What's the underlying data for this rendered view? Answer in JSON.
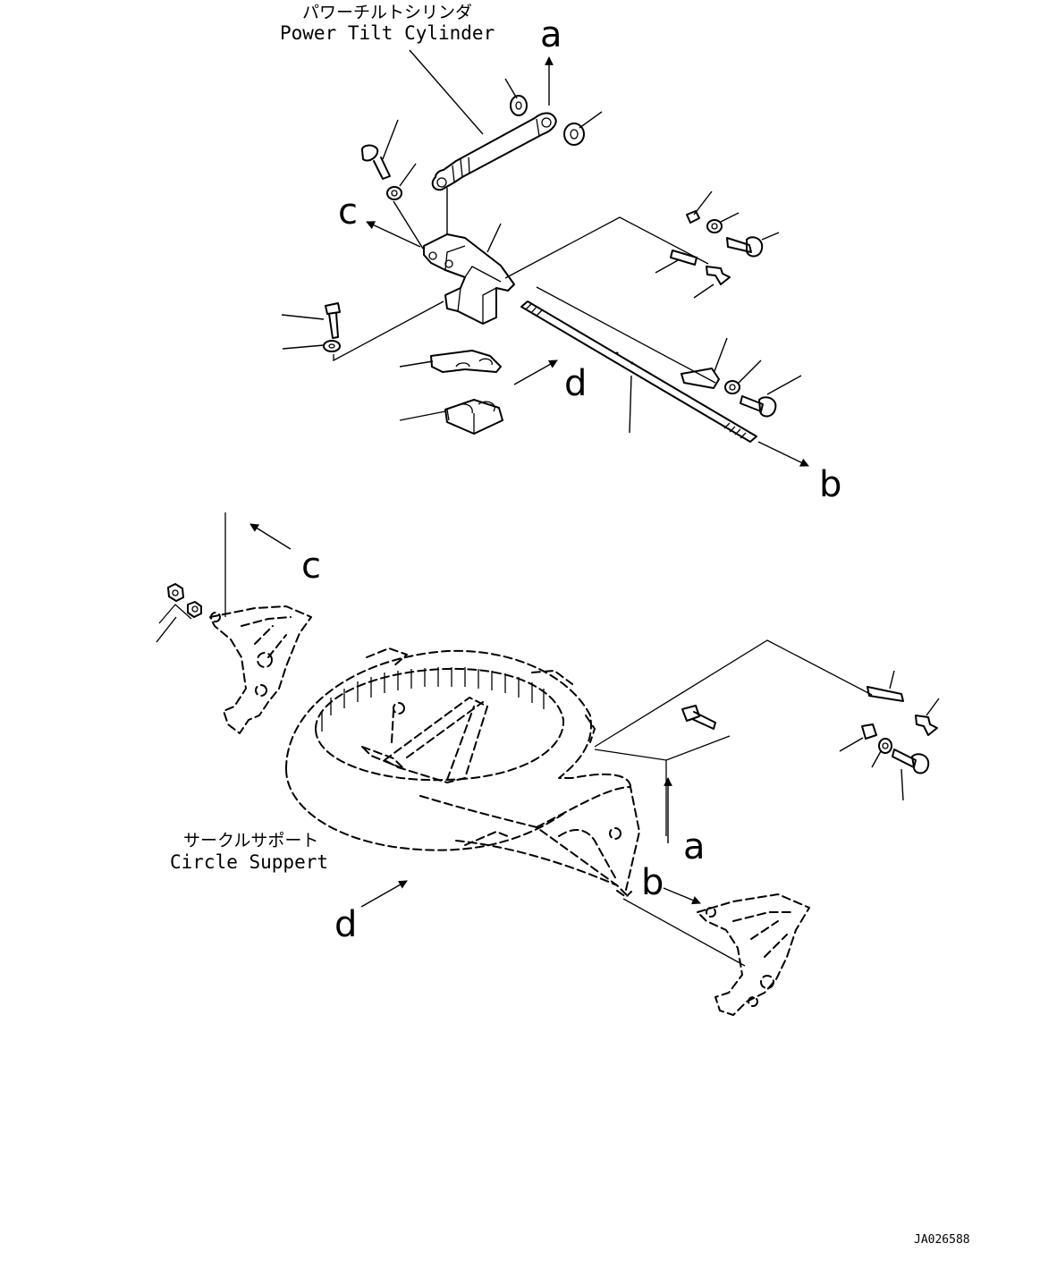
{
  "labels": {
    "cylinder_jp": "パワーチルトシリンダ",
    "cylinder_en": "Power Tilt Cylinder",
    "support_jp": "サークルサポート",
    "support_en": "Circle Suppert",
    "drawing_no": "JA026588"
  },
  "refs": {
    "a": "a",
    "b": "b",
    "c": "c",
    "d": "d"
  }
}
